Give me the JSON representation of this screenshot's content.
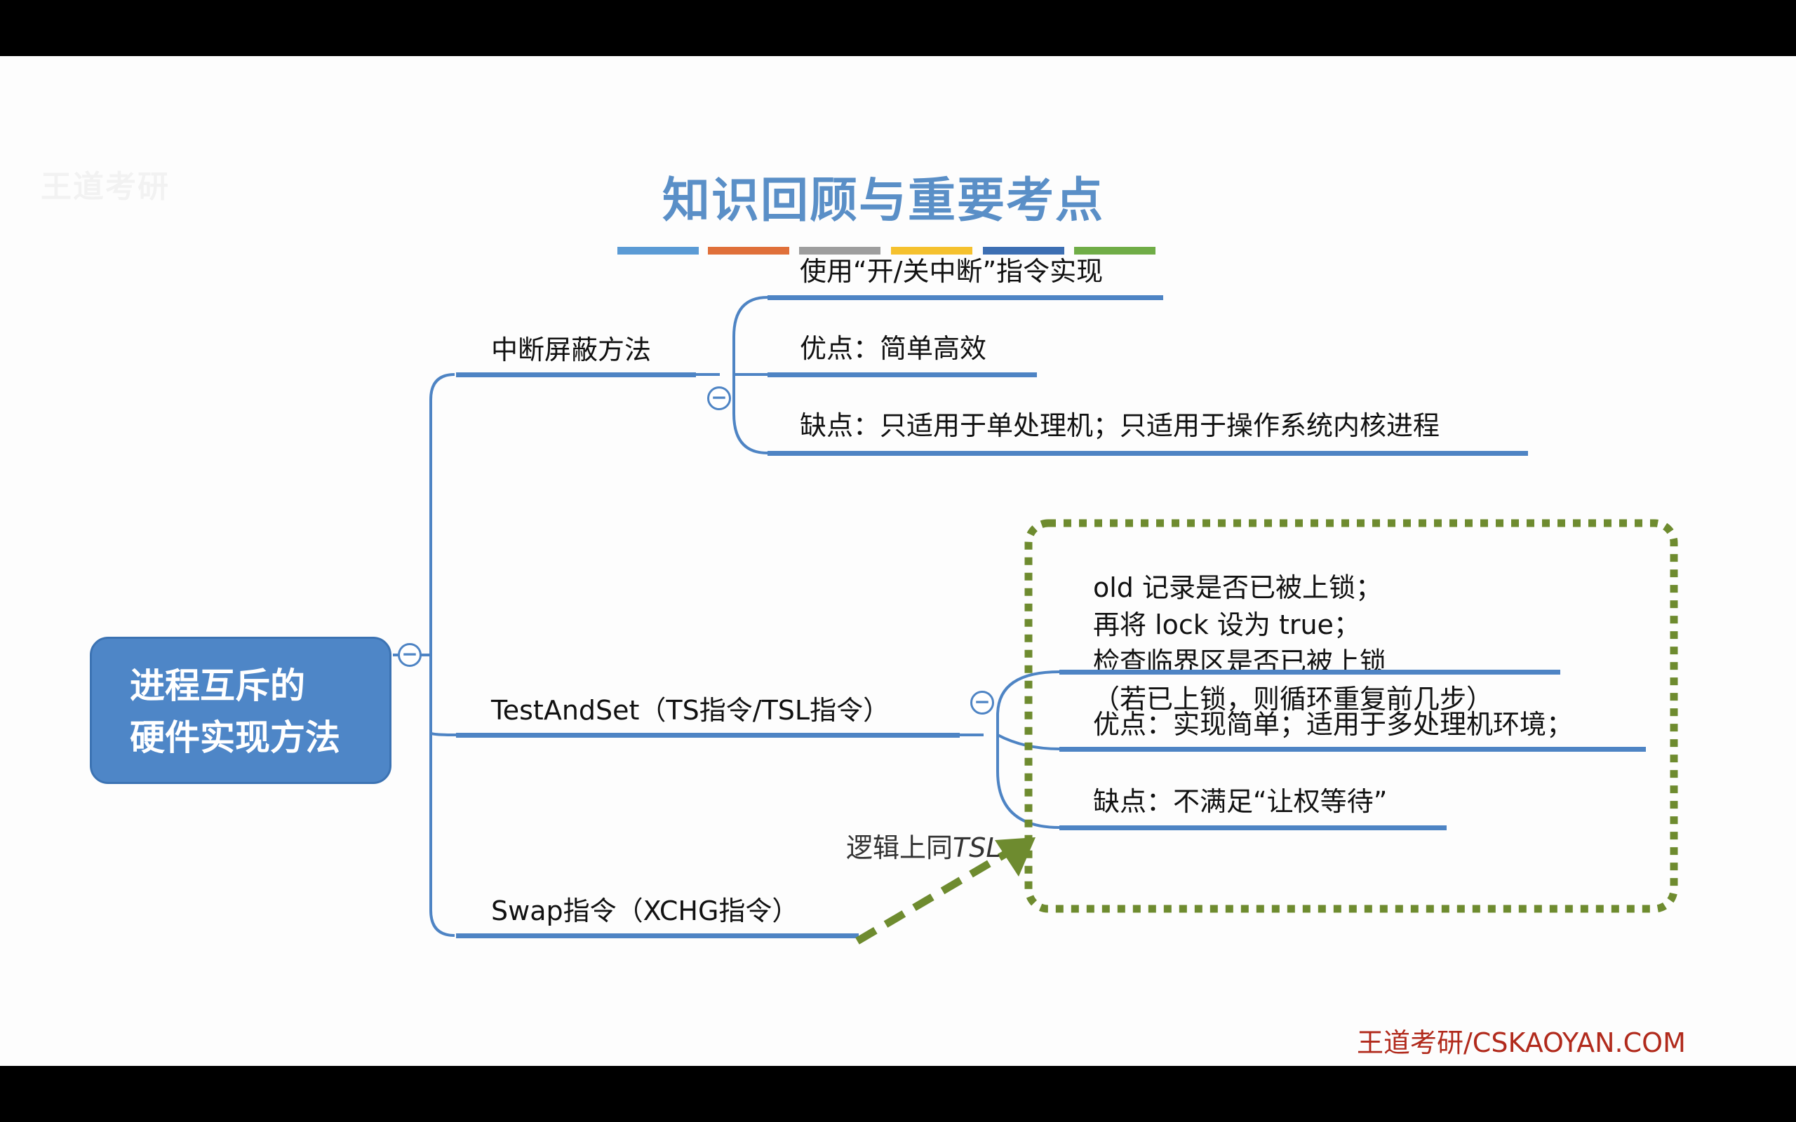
{
  "title": "知识回顾与重要考点",
  "title_bar_colors": [
    "#5b9bd5",
    "#e0703a",
    "#9e9e9e",
    "#f5c12e",
    "#3d6fb3",
    "#70ad47"
  ],
  "watermark": "王道考研",
  "root": {
    "line1": "进程互斥的",
    "line2": "硬件实现方法"
  },
  "branches": {
    "interrupt": {
      "label": "中断屏蔽方法",
      "children": [
        "使用“开/关中断”指令实现",
        "优点：简单高效",
        "缺点：只适用于单处理机；只适用于操作系统内核进程"
      ]
    },
    "tsl": {
      "label": "TestAndSet（TS指令/TSL指令）",
      "detail_lines": [
        "old 记录是否已被上锁；",
        "再将 lock 设为 true；",
        "检查临界区是否已被上锁",
        "（若已上锁，则循环重复前几步）"
      ],
      "pros": "优点：实现简单；适用于多处理机环境；",
      "cons": "缺点：不满足“让权等待”"
    },
    "swap": {
      "label": "Swap指令（XCHG指令）",
      "annotation_prefix": "逻辑上同",
      "annotation_ref": "TSL"
    }
  },
  "collapse_symbol": "−",
  "footer": "王道考研/CSKAOYAN.COM",
  "colors": {
    "line": "#4e84c4",
    "root_fill": "#4e86c7",
    "dotted_border": "#6e8b2f",
    "arrow": "#6e8b2f",
    "title": "#5a8fc7",
    "footer": "#b12a1c"
  }
}
